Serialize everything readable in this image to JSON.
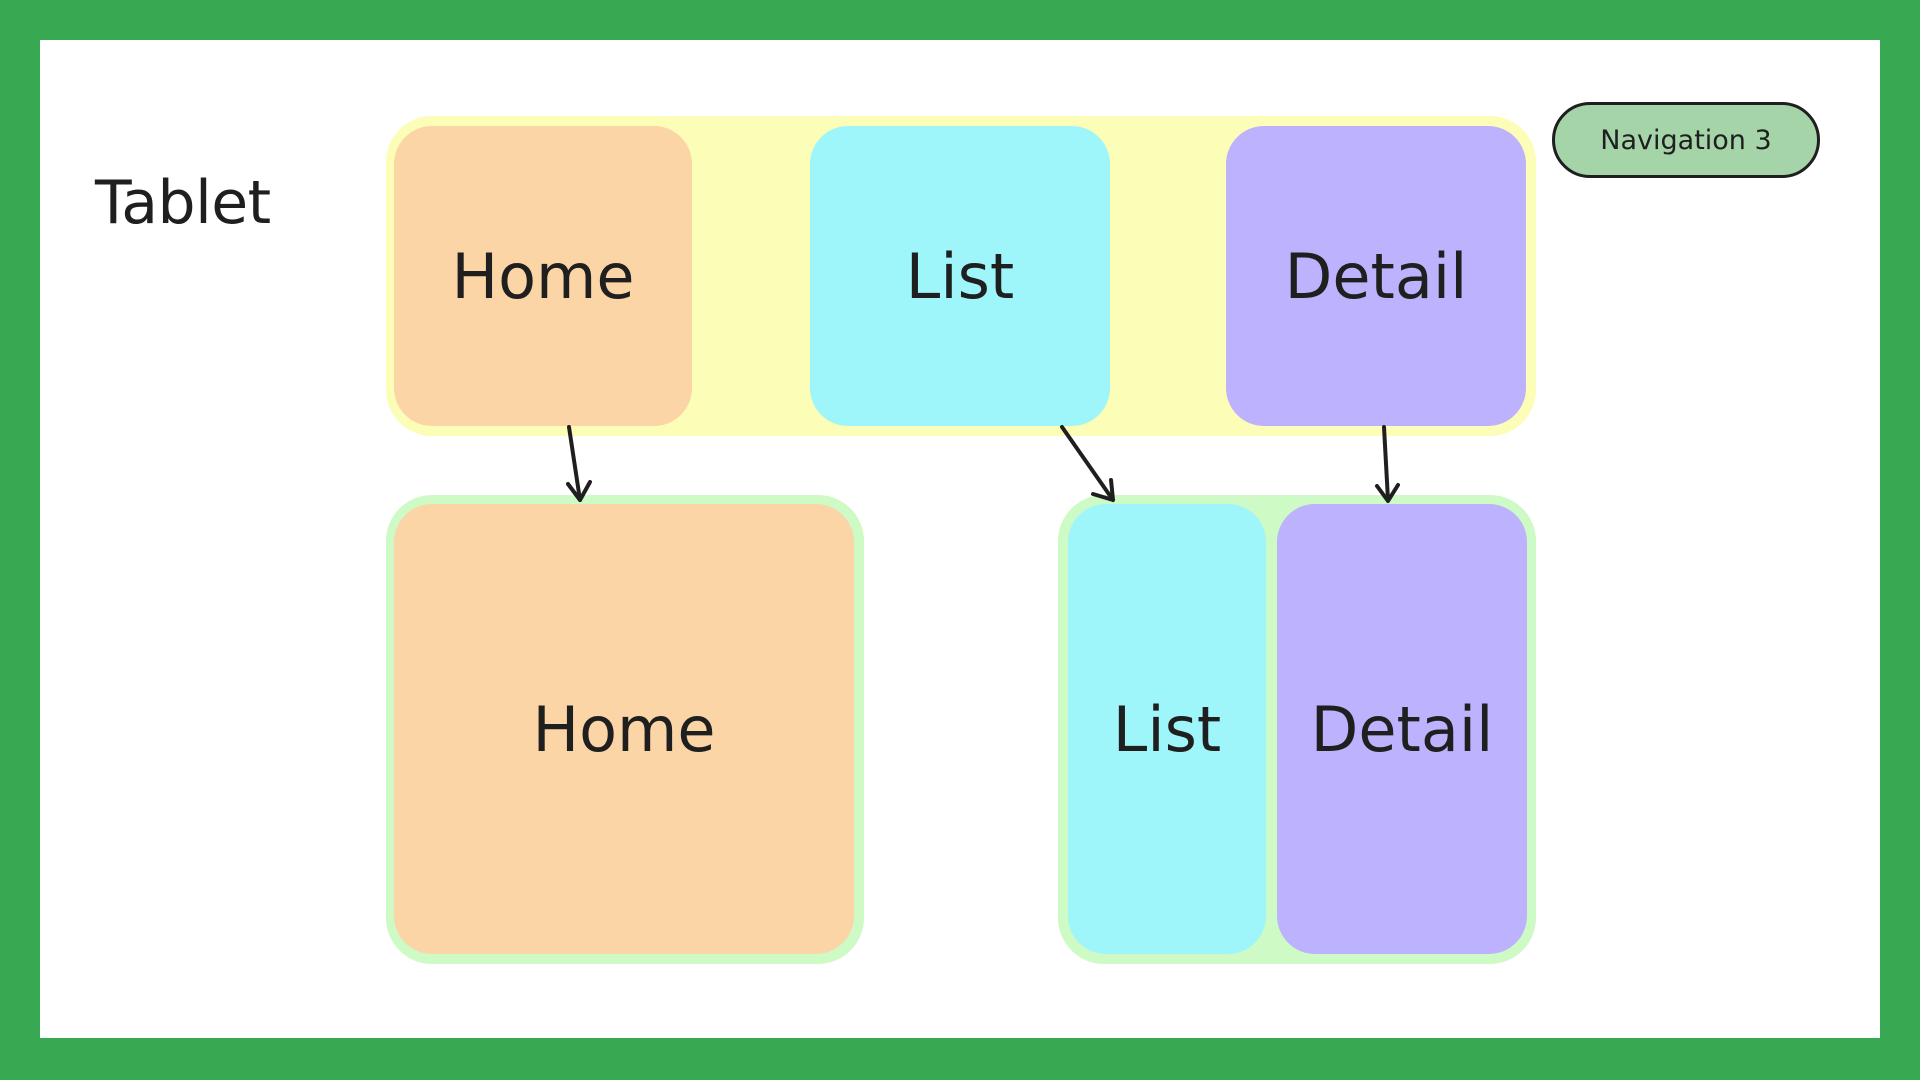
{
  "device_title": "Tablet",
  "badge": "Navigation 3",
  "top_row": {
    "home": "Home",
    "list": "List",
    "detail": "Detail"
  },
  "bottom_row": {
    "home": "Home",
    "list": "List",
    "detail": "Detail"
  },
  "colors": {
    "frame": "#38a852",
    "top_group": "#fcfdb7",
    "bottom_group": "#cefac5",
    "home": "#fcd5a7",
    "list": "#9ef6fb",
    "detail": "#bdb2fd",
    "badge": "#a5d4a9"
  }
}
